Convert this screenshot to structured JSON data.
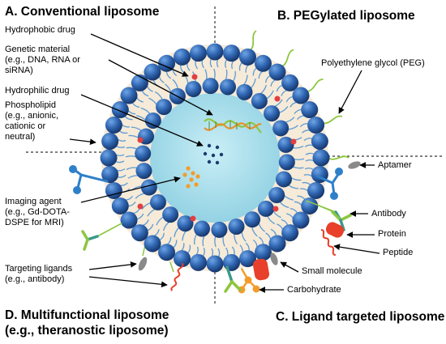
{
  "quadrants": {
    "a": "A. Conventional liposome",
    "b": "B. PEGylated liposome",
    "c": "C. Ligand targeted liposome",
    "d_line1": "D. Multifunctional liposome",
    "d_line2": "(e.g., theranostic liposome)"
  },
  "labels": {
    "hydrophobic_drug": "Hydrophobic drug",
    "genetic_1": "Genetic material",
    "genetic_2": "(e.g., DNA, RNA or",
    "genetic_3": "siRNA)",
    "hydrophilic_drug": "Hydrophilic drug",
    "phospholipid_1": "Phospholipid",
    "phospholipid_2": "(e.g., anionic,",
    "phospholipid_3": "cationic or",
    "phospholipid_4": "neutral)",
    "peg": "Polyethylene glycol (PEG)",
    "aptamer": "Aptamer",
    "antibody": "Antibody",
    "protein": "Protein",
    "peptide": "Peptide",
    "small_molecule": "Small molecule",
    "carbohydrate": "Carbohydrate",
    "imaging_1": "Imaging agent",
    "imaging_2": "(e.g., Gd-DOTA-",
    "imaging_3": "DSPE for MRI)",
    "targeting_1": "Targeting ligands",
    "targeting_2": "(e.g., antibody)"
  },
  "colors": {
    "head": "#2f65b0",
    "head_dark": "#17386e",
    "tail": "#5b9bd5",
    "aqueous_core": "#a9dcea",
    "bilayer_fill": "#f6ead8",
    "drug_red": "#e04040",
    "peg_green": "#8dc63f",
    "orange": "#f39c2a",
    "ligand_red": "#e8402a",
    "dna_green": "#8cc63f",
    "dna_orange": "#e8902a",
    "dots": "#1a3a70"
  }
}
